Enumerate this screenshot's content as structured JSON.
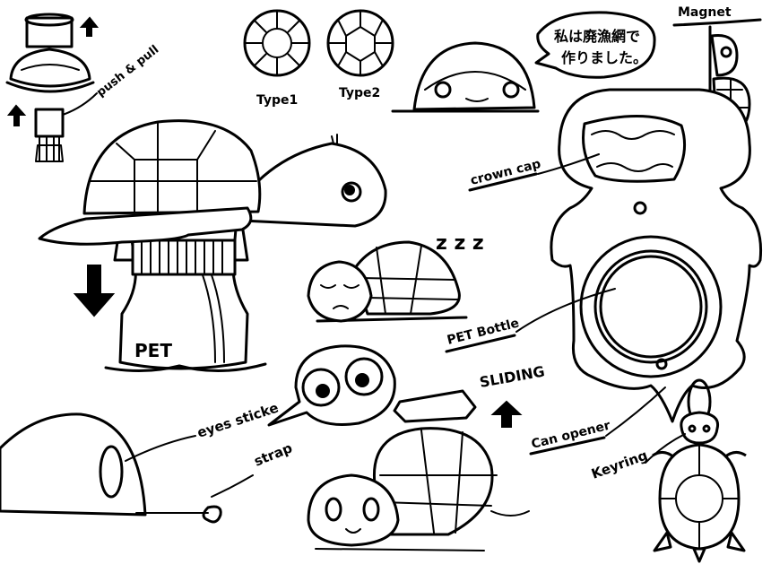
{
  "labels": {
    "push_pull": "push & pull",
    "type1": "Type1",
    "type2": "Type2",
    "speech_line1": "私は廃漁網で",
    "speech_line2": "作りました。",
    "magnet": "Magnet",
    "crown_cap": "crown cap",
    "zzz": "z z z",
    "pet": "PET",
    "pet_bottle": "PET Bottle",
    "sliding": "SLIDING",
    "eyes_sticker": "eyes sticke",
    "strap": "strap",
    "can_opener": "Can opener",
    "keyring": "Keyring"
  },
  "icons": {
    "arrow_up_1": "arrow-up-icon",
    "arrow_up_2": "arrow-up-icon",
    "arrow_down": "arrow-down-icon",
    "arrow_up_sliding": "arrow-up-icon"
  },
  "colors": {
    "ink": "#000000",
    "paper": "#ffffff"
  }
}
